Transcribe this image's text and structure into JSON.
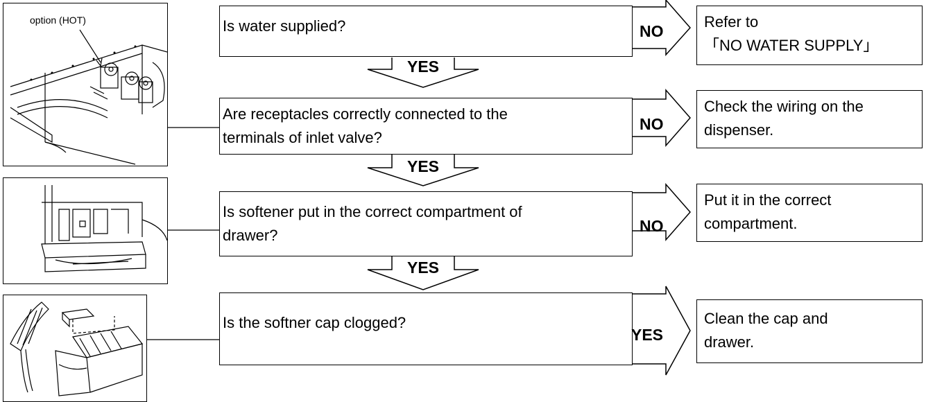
{
  "images": {
    "valve_label": "option (HOT)"
  },
  "steps": [
    {
      "question": "Is water supplied?",
      "branch": "NO",
      "action": "Refer to\n「NO WATER SUPPLY」",
      "next": "YES"
    },
    {
      "question": "Are receptacles correctly connected to the\nterminals of inlet valve?",
      "branch": "NO",
      "action": "Check the wiring on the\ndispenser.",
      "next": "YES"
    },
    {
      "question": "Is softener put in the correct compartment of\ndrawer?",
      "branch": "NO",
      "action": "Put it in the correct\ncompartment.",
      "next": "YES"
    },
    {
      "question": "Is the softner cap clogged?",
      "branch": "YES",
      "action": "Clean the cap and\ndrawer."
    }
  ]
}
